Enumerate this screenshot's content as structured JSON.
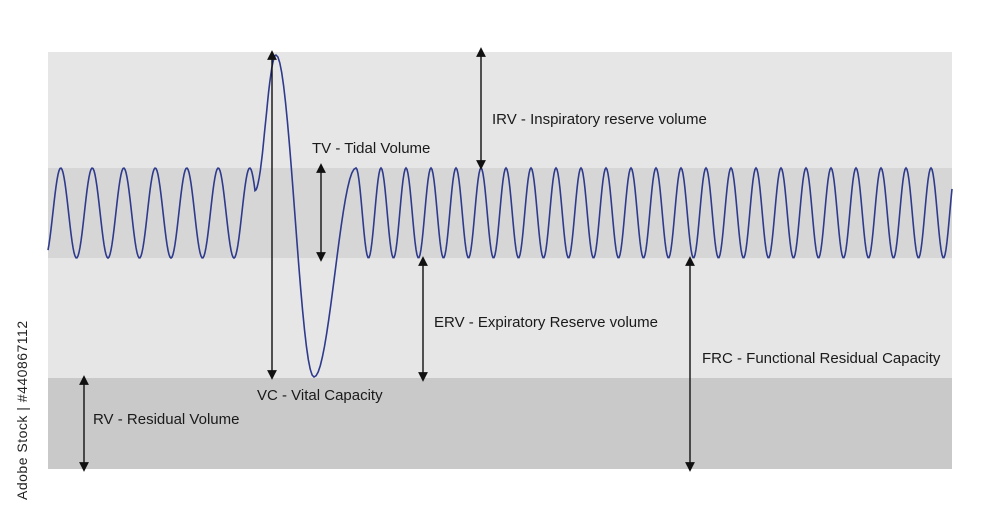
{
  "colors": {
    "band_light": "#e6e6e6",
    "band_mid": "#d6d6d6",
    "band_dark": "#c9c9c9",
    "wave": "#2e3a8c",
    "arrow": "#111111"
  },
  "labels": {
    "irv": "IRV - Inspiratory reserve volume",
    "tv": "TV - Tidal Volume",
    "erv": "ERV - Expiratory Reserve volume",
    "frc": "FRC - Functional Residual Capacity",
    "vc": "VC - Vital Capacity",
    "rv": "RV - Residual Volume"
  },
  "watermark": {
    "text": "Adobe Stock | #440867112"
  }
}
